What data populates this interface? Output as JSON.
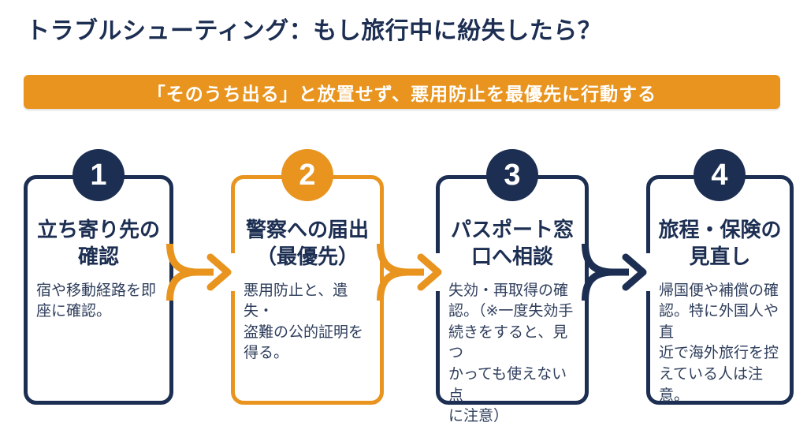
{
  "title": "トラブルシューティング：もし旅行中に紛失したら？",
  "banner": {
    "text": "「そのうち出る」と放置せず、悪用防止を最優先に行動する"
  },
  "colors": {
    "navy": "#1C2E52",
    "orange": "#E8941E",
    "body_text": "#2F3E5C",
    "background": "#FFFFFF",
    "banner_text": "#FFFFFF"
  },
  "steps": [
    {
      "number": "1",
      "accent": "navy",
      "title": "立ち寄り先の\n確認",
      "body": "宿や移動経路を即\n座に確認。"
    },
    {
      "number": "2",
      "accent": "orange",
      "title": "警察への届出\n（最優先）",
      "body": "悪用防止と、遺失・\n盗難の公的証明を\n得る。"
    },
    {
      "number": "3",
      "accent": "navy",
      "title": "パスポート窓\n口へ相談",
      "body": "失効・再取得の確\n認。（※一度失効手\n続きをすると、見つ\nかっても使えない点\nに注意）"
    },
    {
      "number": "4",
      "accent": "navy",
      "title": "旅程・保険の\n見直し",
      "body": "帰国便や補償の確\n認。特に外国人や直\n近で海外旅行を控\nえている人は注意。"
    }
  ],
  "arrows": [
    {
      "from": "1",
      "to": "2",
      "color": "orange"
    },
    {
      "from": "2",
      "to": "3",
      "color": "orange"
    },
    {
      "from": "3",
      "to": "4",
      "color": "navy"
    }
  ]
}
